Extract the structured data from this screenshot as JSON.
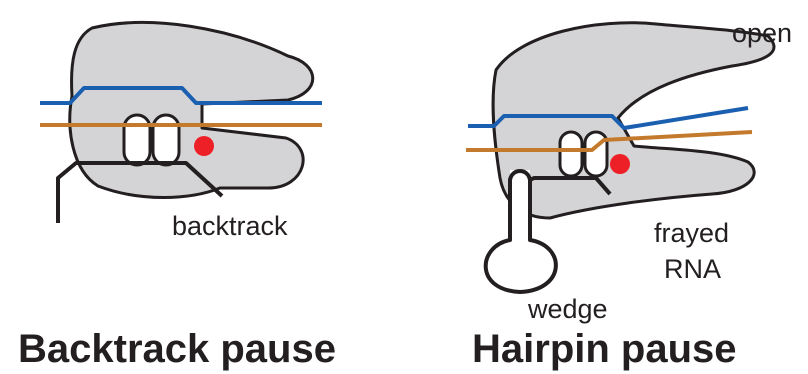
{
  "panels": [
    {
      "title": "Backtrack pause",
      "labels": {
        "state": "backtrack"
      }
    },
    {
      "title": "Hairpin pause",
      "labels": {
        "clamp": "open",
        "rna": "frayed RNA",
        "rna_line1": "frayed",
        "rna_line2": "RNA",
        "hairpin": "wedge"
      }
    }
  ],
  "colors": {
    "polymerase": "#d4d4d6",
    "outline": "#231f20",
    "template_dna": "#1b5fb0",
    "nontemplate_dna": "#c47a2c",
    "rna": "#231f20",
    "active_site": "#ee2027",
    "text": "#231f20"
  }
}
